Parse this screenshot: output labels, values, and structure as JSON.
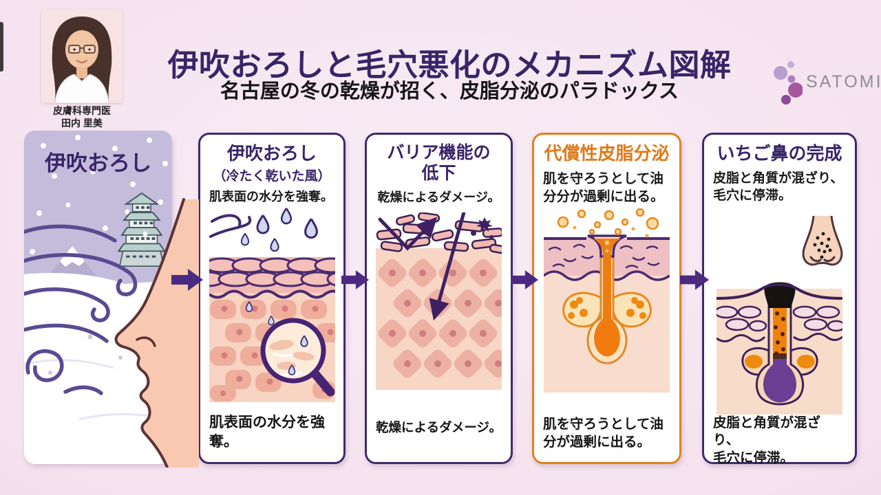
{
  "header": {
    "doctor": {
      "credential": "皮膚科専門医",
      "name": "田内 里美"
    },
    "title": "伊吹おろしと毛穴悪化のメカニズム図解",
    "subtitle": "名古屋の冬の乾燥が招く、皮脂分泌のパラドックス",
    "logo": {
      "text": "SATOMI"
    }
  },
  "flow": {
    "panels": [
      {
        "title": "伊吹おろし"
      },
      {
        "title": "伊吹おろし",
        "subtitle": "（冷たく乾いた風）",
        "description": "肌表面の水分を強奪。",
        "caption": "肌表面の水分を強\n奪。"
      },
      {
        "title": "バリア機能の\n低下",
        "description": "乾燥によるダメージ。",
        "caption": "乾燥によるダメージ。"
      },
      {
        "title": "代償性皮脂分泌",
        "description": "肌を守ろうとして油\n分分が過剰に出る。",
        "caption": "肌を守ろうとして油\n分が過剰に出る。"
      },
      {
        "title": "いちご鼻の完成",
        "description": "皮脂と角質が混ざり、\n毛穴に停滞。",
        "caption": "皮脂と角質が混ざり、\n毛穴に停滞。"
      }
    ]
  },
  "colors": {
    "accent-purple": "#3a2468",
    "panel-border": "#3f2a6b",
    "arrow-purple": "#4b2a82",
    "accent-orange": "#e0791a",
    "orange-border": "#e2811f",
    "logo-gray": "#8d8d92",
    "text-dark": "#161616"
  }
}
